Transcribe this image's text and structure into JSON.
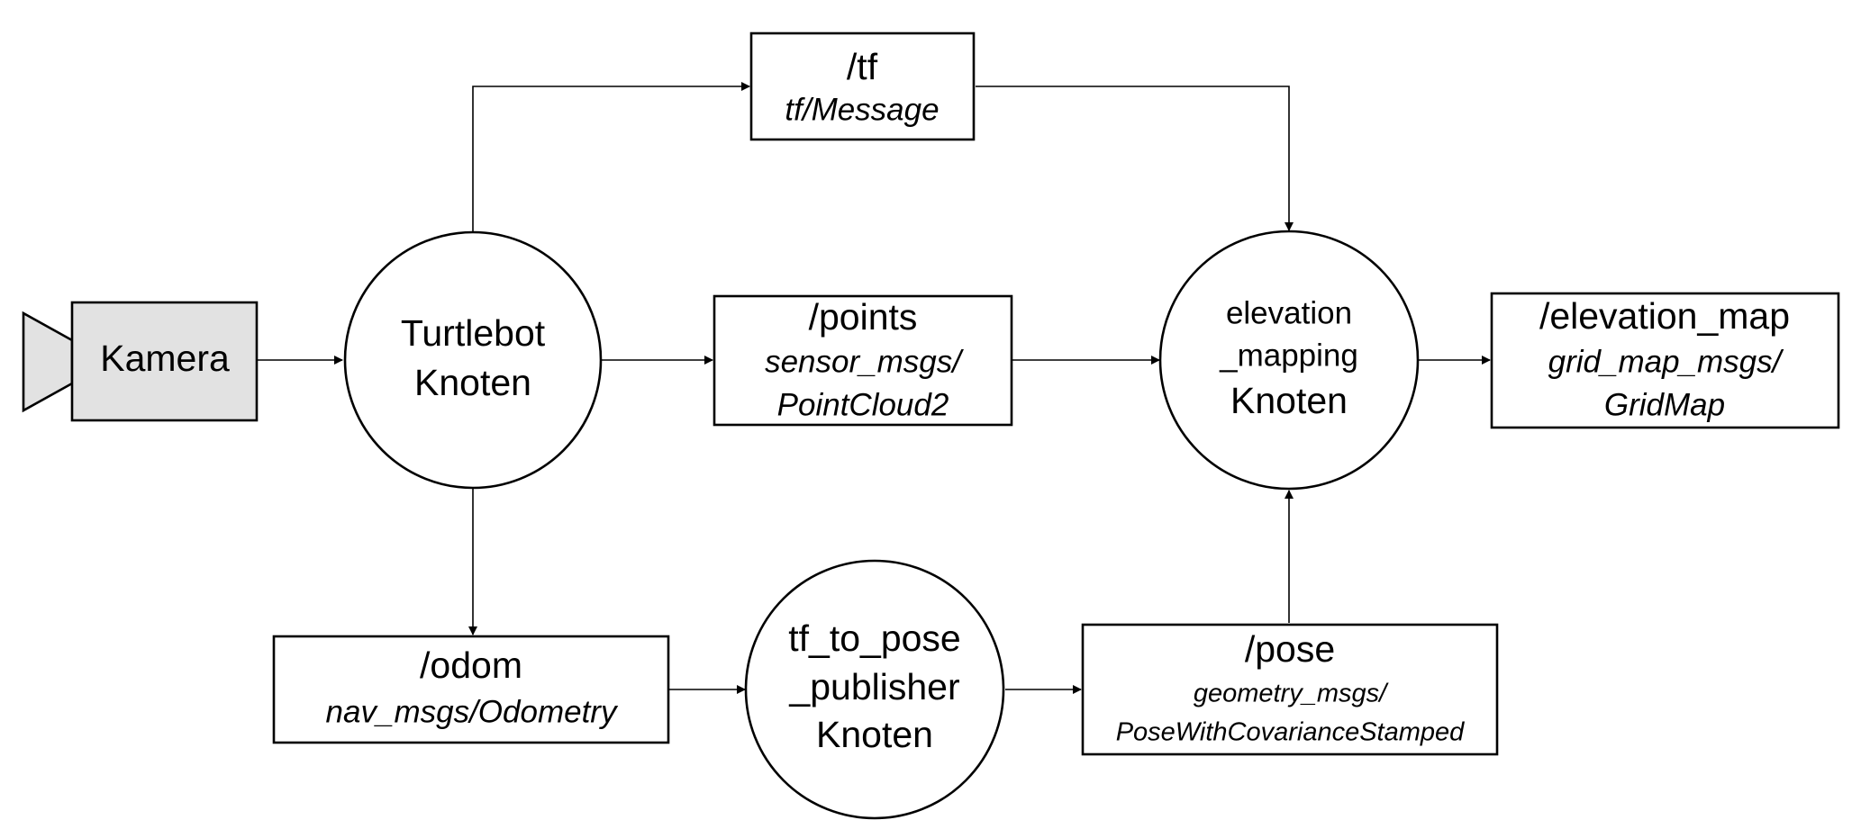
{
  "camera": {
    "label": "Kamera"
  },
  "nodes": {
    "turtlebot": {
      "line1": "Turtlebot",
      "line2": "Knoten"
    },
    "elevation_mapping": {
      "line1": "elevation",
      "line2": "_mapping",
      "line3": "Knoten"
    },
    "tf_to_pose": {
      "line1": "tf_to_pose",
      "line2": "_publisher",
      "line3": "Knoten"
    }
  },
  "topics": {
    "tf": {
      "name": "/tf",
      "type_line1": "tf/Message"
    },
    "points": {
      "name": "/points",
      "type_line1": "sensor_msgs/",
      "type_line2": "PointCloud2"
    },
    "elevation_map": {
      "name": "/elevation_map",
      "type_line1": "grid_map_msgs/",
      "type_line2": "GridMap"
    },
    "odom": {
      "name": "/odom",
      "type_line1": "nav_msgs/Odometry"
    },
    "pose": {
      "name": "/pose",
      "type_line1": "geometry_msgs/",
      "type_line2": "PoseWithCovarianceStamped"
    }
  }
}
